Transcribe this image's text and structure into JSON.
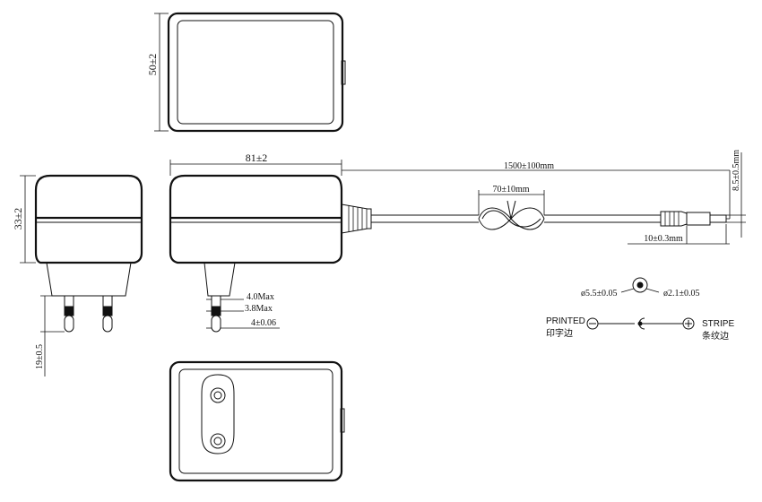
{
  "dimensions": {
    "top_height": "50±2",
    "width": "81±2",
    "cable_length": "1500±100mm",
    "plug_diameter": "8.5±0.5mm",
    "side_height": "33±2",
    "knot_length": "70±10mm",
    "tip_length": "10±0.3mm",
    "pin_max_1": "4.0Max",
    "pin_max_2": "3.8Max",
    "pin_diameter": "4±0.06",
    "pin_length": "19±0.5",
    "outer_diameter": "ø5.5±0.05",
    "inner_diameter": "ø2.1±0.05"
  },
  "polarity": {
    "printed_en": "PRINTED",
    "printed_cn": "印字边",
    "stripe_en": "STRIPE",
    "stripe_cn": "条纹边"
  },
  "colors": {
    "line": "#111111",
    "background": "#ffffff"
  }
}
